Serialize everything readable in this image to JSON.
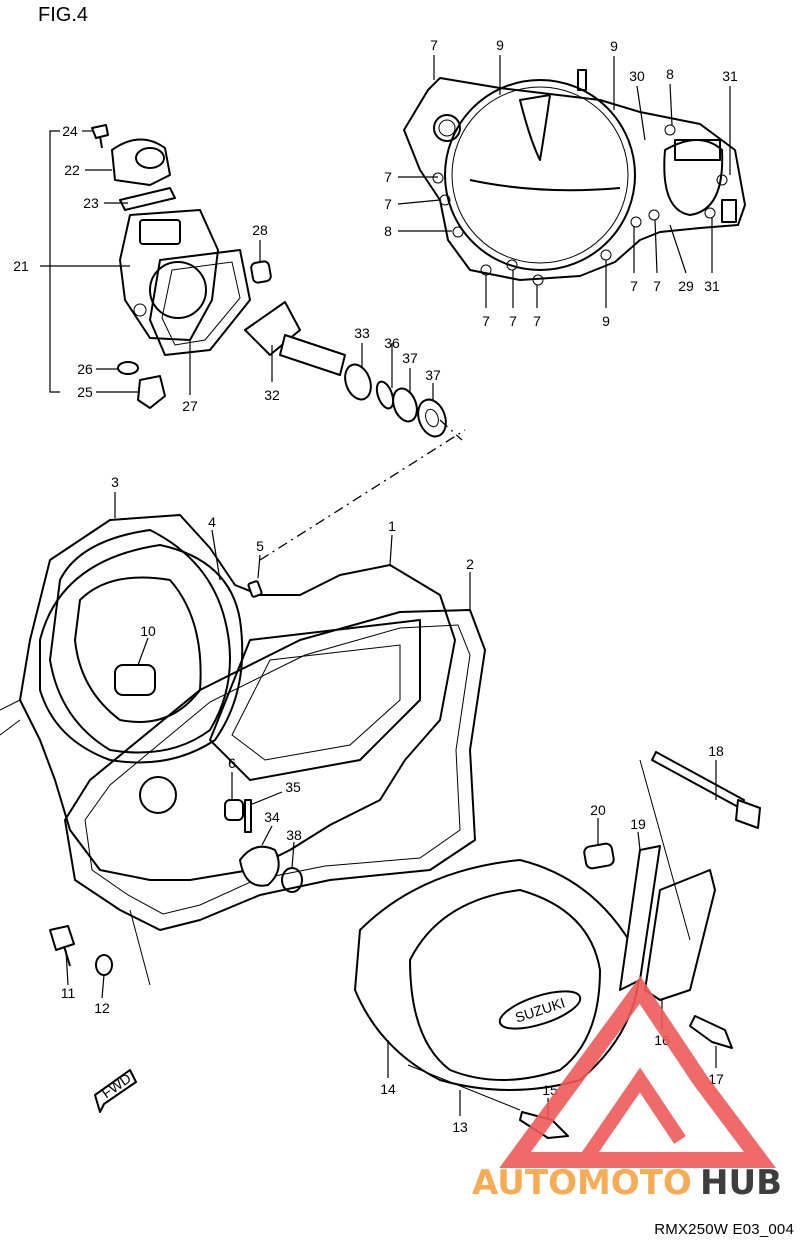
{
  "figure_label": "FIG.4",
  "drawing_code": "RMX250W E03_004",
  "cover_logo_text": "SUZUKI",
  "fwd_label": "FWD",
  "watermark": {
    "text_part1": "AUTOMOTO",
    "text_part2": "HUB",
    "color_primary": "#f05a5a",
    "color_secondary": "#f7a340",
    "color_dark": "#2a2a2a"
  },
  "callouts": [
    {
      "id": "c7a",
      "text": "7"
    },
    {
      "id": "c9a",
      "text": "9"
    },
    {
      "id": "c9b",
      "text": "9"
    },
    {
      "id": "c30",
      "text": "30"
    },
    {
      "id": "c8a",
      "text": "8"
    },
    {
      "id": "c31a",
      "text": "31"
    },
    {
      "id": "c7b",
      "text": "7"
    },
    {
      "id": "c7c",
      "text": "7"
    },
    {
      "id": "c8b",
      "text": "8"
    },
    {
      "id": "c7d",
      "text": "7"
    },
    {
      "id": "c7e",
      "text": "7"
    },
    {
      "id": "c7f",
      "text": "7"
    },
    {
      "id": "c9c",
      "text": "9"
    },
    {
      "id": "c7g",
      "text": "7"
    },
    {
      "id": "c7h",
      "text": "7"
    },
    {
      "id": "c29",
      "text": "29"
    },
    {
      "id": "c31b",
      "text": "31"
    },
    {
      "id": "c24",
      "text": "24"
    },
    {
      "id": "c22",
      "text": "22"
    },
    {
      "id": "c23",
      "text": "23"
    },
    {
      "id": "c21",
      "text": "21"
    },
    {
      "id": "c28",
      "text": "28"
    },
    {
      "id": "c26",
      "text": "26"
    },
    {
      "id": "c25",
      "text": "25"
    },
    {
      "id": "c27",
      "text": "27"
    },
    {
      "id": "c32",
      "text": "32"
    },
    {
      "id": "c33",
      "text": "33"
    },
    {
      "id": "c36",
      "text": "36"
    },
    {
      "id": "c37a",
      "text": "37"
    },
    {
      "id": "c37b",
      "text": "37"
    },
    {
      "id": "c3",
      "text": "3"
    },
    {
      "id": "c4",
      "text": "4"
    },
    {
      "id": "c5",
      "text": "5"
    },
    {
      "id": "c1",
      "text": "1"
    },
    {
      "id": "c2",
      "text": "2"
    },
    {
      "id": "c10",
      "text": "10"
    },
    {
      "id": "c6",
      "text": "6"
    },
    {
      "id": "c35",
      "text": "35"
    },
    {
      "id": "c34",
      "text": "34"
    },
    {
      "id": "c38",
      "text": "38"
    },
    {
      "id": "c18",
      "text": "18"
    },
    {
      "id": "c20",
      "text": "20"
    },
    {
      "id": "c19",
      "text": "19"
    },
    {
      "id": "c11",
      "text": "11"
    },
    {
      "id": "c12",
      "text": "12"
    },
    {
      "id": "c16",
      "text": "16"
    },
    {
      "id": "c17",
      "text": "17"
    },
    {
      "id": "c14",
      "text": "14"
    },
    {
      "id": "c15",
      "text": "15"
    },
    {
      "id": "c13",
      "text": "13"
    }
  ]
}
